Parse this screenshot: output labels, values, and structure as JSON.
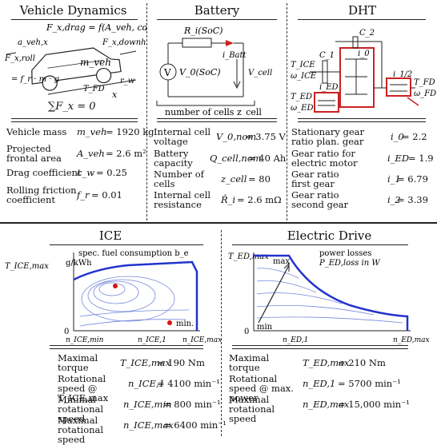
{
  "vehicle": {
    "title": "Vehicle Dynamics",
    "formula_force": "F_x,drag = f(A_veh, cd, v_veh,x)",
    "label_mveh": "m_veh",
    "label_aveh": "a_veh,x",
    "label_fx_roll": "F_x,roll",
    "label_fx_downhill": "F_x,downhill",
    "label_roll": "= f_r · m · g",
    "label_tfd": "T_FD",
    "label_rw": "r_w",
    "label_x": "x",
    "sum": "∑F_x = 0",
    "params": [
      {
        "label": "Vehicle mass",
        "symbol": "m_veh",
        "value": "= 1920 kg"
      },
      {
        "label": "Projected frontal area",
        "symbol": "A_veh",
        "value": "= 2.6 m²"
      },
      {
        "label": "Drag coefficient",
        "symbol": "c_w",
        "value": "= 0.25"
      },
      {
        "label": "Rolling friction coefficient",
        "symbol": "f_r",
        "value": "= 0.01"
      }
    ]
  },
  "battery": {
    "title": "Battery",
    "label_ri": "R_i(SoC)",
    "label_v0": "V_0(SoC)",
    "label_ibatt": "i_Batt",
    "label_vcell": "V_cell",
    "label_v": "V",
    "label_cells": "number of cells z_cell",
    "params": [
      {
        "label": "Internal cell voltage",
        "symbol": "V_0,nom",
        "value": "= 3.75 V"
      },
      {
        "label": "Battery capacity",
        "symbol": "Q_cell,nom",
        "value": "= 40 Ah"
      },
      {
        "label": "Number of cells",
        "symbol": "z_cell",
        "value": "= 80"
      },
      {
        "label": "Internal cell resistance",
        "symbol": "R̄_i",
        "value": "= 2.6 mΩ"
      }
    ]
  },
  "dht": {
    "title": "DHT",
    "label_c1": "C_1",
    "label_c2": "C_2",
    "label_i0": "i_0",
    "label_i12": "i_1/2",
    "label_tice": "T_ICE",
    "label_wice": "ω_ICE",
    "label_ied": "i_ED",
    "label_ted": "T_ED",
    "label_wed": "ω_ED",
    "label_tfd": "T_FD",
    "label_wfd": "ω_FD",
    "params": [
      {
        "label": "Stationary gear ratio plan. gear",
        "symbol": "i_0",
        "value": "= 2.2"
      },
      {
        "label": "Gear ratio for electric motor",
        "symbol": "i_ED",
        "value": "= 1.9"
      },
      {
        "label": "Gear ratio first gear",
        "symbol": "i_1",
        "value": "= 6.79"
      },
      {
        "label": "Gear ratio second gear",
        "symbol": "i_2",
        "value": "= 3.39"
      }
    ]
  },
  "ice": {
    "title": "ICE",
    "legend": "spec. fuel consumption b_e",
    "legend_unit": "g/kWh",
    "ylabel": "T_ICE,max",
    "zero": "0",
    "xticks": [
      "n_ICE,min",
      "n_ICE,1",
      "n_ICE,max"
    ],
    "min_label": "min.",
    "params": [
      {
        "label": "Maximal torque",
        "symbol": "T_ICE,max",
        "value": "= 190 Nm"
      },
      {
        "label": "Rotational speed @ T_ICE,max",
        "symbol": "n_ICE,1",
        "value": "= 4100 min⁻¹"
      },
      {
        "label": "Minimal rotational speed",
        "symbol": "n_ICE,min",
        "value": "= 800 min⁻¹"
      },
      {
        "label": "Maximal rotational speed",
        "symbol": "n_ICE,max",
        "value": "= 6400 min⁻¹"
      }
    ]
  },
  "ed": {
    "title": "Electric Drive",
    "legend": "power losses",
    "legend2": "P_ED,loss in W",
    "ylabel": "T_ED,max",
    "max_label": "max",
    "min_label": "min",
    "zero": "0",
    "xticks": [
      "n_ED,1",
      "n_ED,max"
    ],
    "params": [
      {
        "label": "Maximal torque",
        "symbol": "T_ED,max",
        "value": "= 210 Nm"
      },
      {
        "label": "Rotational speed @ max. power",
        "symbol": "n_ED,1",
        "value": "= 5700 min⁻¹"
      },
      {
        "label": "Maximal rotational speed",
        "symbol": "n_ED,max",
        "value": "= 15,000 min⁻¹"
      }
    ]
  },
  "colors": {
    "curve": "#2233cc",
    "contour": "#7788dd",
    "marker": "#dd1111",
    "box": "#cc2222"
  }
}
